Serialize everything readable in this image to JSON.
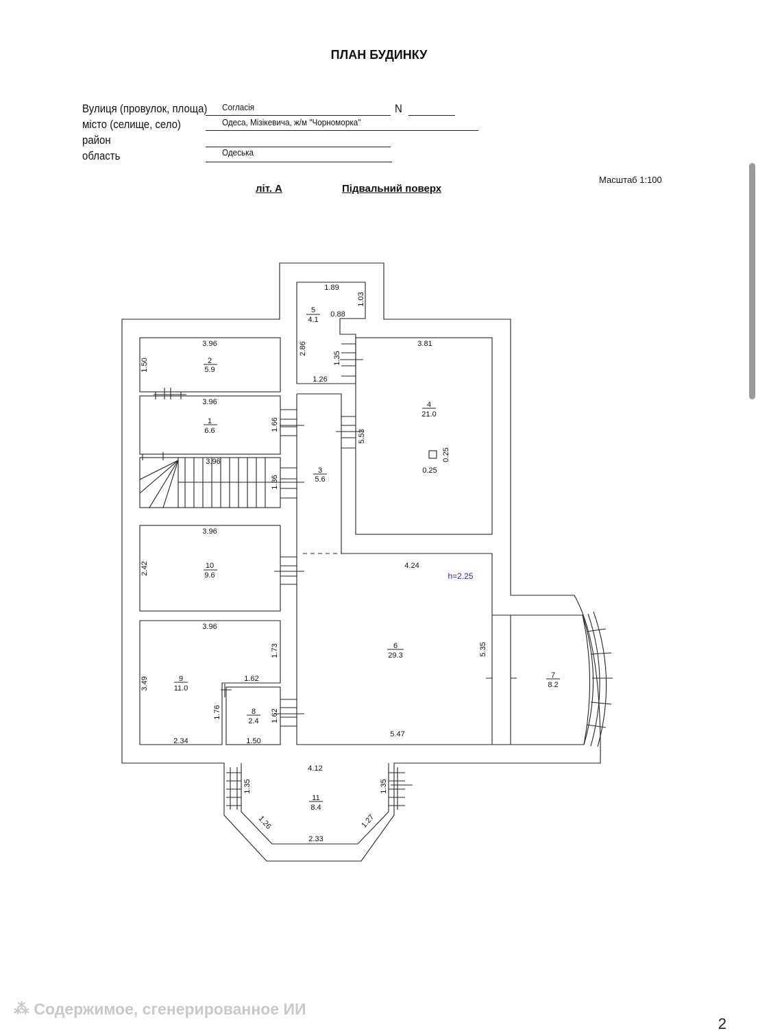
{
  "document": {
    "title": "ПЛАН БУДИНКУ",
    "fields": {
      "street_label": "Вулиця (провулок, площа)",
      "street_value": "Согласія",
      "number_label": "N",
      "city_label": "місто (селище, село)",
      "city_value": "Одеса,  Мізікевича, ж/м \"Чорноморка\"",
      "district_label": "район",
      "region_label": "область",
      "region_value": "Одеська"
    },
    "letter": "літ. А",
    "floor": "Підвальний поверх",
    "scale": "Масштаб 1:100",
    "height_note": "h=2.25",
    "footer": "Содержимое, сгенерированное ИИ",
    "page_number": "2"
  },
  "rooms": [
    {
      "no": "1",
      "area": "6.6"
    },
    {
      "no": "2",
      "area": "5.9"
    },
    {
      "no": "3",
      "area": "5.6"
    },
    {
      "no": "4",
      "area": "21.0"
    },
    {
      "no": "5",
      "area": "4.1"
    },
    {
      "no": "6",
      "area": "29.3"
    },
    {
      "no": "7",
      "area": "8.2"
    },
    {
      "no": "8",
      "area": "2.4"
    },
    {
      "no": "9",
      "area": "11.0"
    },
    {
      "no": "10",
      "area": "9.6"
    },
    {
      "no": "11",
      "area": "8.4"
    }
  ],
  "dims": {
    "r5_top": "1.89",
    "r5_right": "1.03",
    "r5_inner": "0.88",
    "r5_left": "2.86",
    "r5_mid": "1.35",
    "r5_bottom": "1.26",
    "r2_top": "3.96",
    "r2_left": "1.50",
    "r1_top": "3.96",
    "r1_right": "1.66",
    "stair_top": "3.96",
    "stair_right": "1.36",
    "r4_top": "3.81",
    "r4_left": "5.53",
    "r4_col_w": "0.25",
    "r4_col_h": "0.25",
    "r10_top": "3.96",
    "r10_left": "2.42",
    "r6_top": "4.24",
    "r6_right": "5.35",
    "r6_bottom": "5.47",
    "r9_top": "3.96",
    "r9_right": "1.73",
    "r9_left": "3.49",
    "r9_mid": "1.62",
    "r9_bottom": "2.34",
    "r8_left": "1.76",
    "r8_right": "1.62",
    "r8_bottom": "1.50",
    "r11_top": "4.12",
    "r11_left": "1.35",
    "r11_right": "1.35",
    "r11_diag_l": "1.26",
    "r11_diag_r": "1.27",
    "r11_bottom": "2.33"
  }
}
